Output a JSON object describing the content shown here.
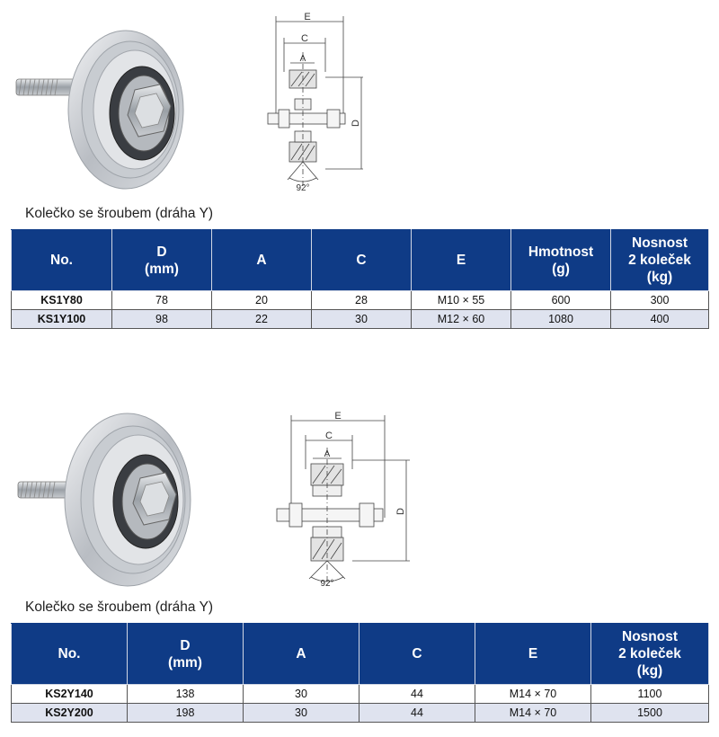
{
  "section1": {
    "caption": "Kolečko se šroubem (dráha Y)",
    "drawing": {
      "label_e": "E",
      "label_c": "C",
      "label_a": "A",
      "label_d": "D",
      "angle": "92°"
    },
    "headers": [
      {
        "line1": "No.",
        "line2": "",
        "line3": ""
      },
      {
        "line1": "D",
        "line2": "(mm)",
        "line3": ""
      },
      {
        "line1": "A",
        "line2": "",
        "line3": ""
      },
      {
        "line1": "C",
        "line2": "",
        "line3": ""
      },
      {
        "line1": "E",
        "line2": "",
        "line3": ""
      },
      {
        "line1": "Hmotnost",
        "line2": "(g)",
        "line3": ""
      },
      {
        "line1": "Nosnost",
        "line2": "2 koleček",
        "line3": "(kg)"
      }
    ],
    "rows": [
      {
        "no": "KS1Y80",
        "d": "78",
        "a": "20",
        "c": "28",
        "e": "M10 × 55",
        "weight": "600",
        "load": "300"
      },
      {
        "no": "KS1Y100",
        "d": "98",
        "a": "22",
        "c": "30",
        "e": "M12 × 60",
        "weight": "1080",
        "load": "400"
      }
    ]
  },
  "section2": {
    "caption": "Kolečko se šroubem (dráha Y)",
    "drawing": {
      "label_e": "E",
      "label_c": "C",
      "label_a": "A",
      "label_d": "D",
      "angle": "92°"
    },
    "headers": [
      {
        "line1": "No.",
        "line2": "",
        "line3": ""
      },
      {
        "line1": "D",
        "line2": "(mm)",
        "line3": ""
      },
      {
        "line1": "A",
        "line2": "",
        "line3": ""
      },
      {
        "line1": "C",
        "line2": "",
        "line3": ""
      },
      {
        "line1": "E",
        "line2": "",
        "line3": ""
      },
      {
        "line1": "Nosnost",
        "line2": "2 koleček",
        "line3": "(kg)"
      }
    ],
    "rows": [
      {
        "no": "KS2Y140",
        "d": "138",
        "a": "30",
        "c": "44",
        "e": "M14 × 70",
        "load": "1100"
      },
      {
        "no": "KS2Y200",
        "d": "198",
        "a": "30",
        "c": "44",
        "e": "M14 × 70",
        "load": "1500"
      }
    ]
  }
}
